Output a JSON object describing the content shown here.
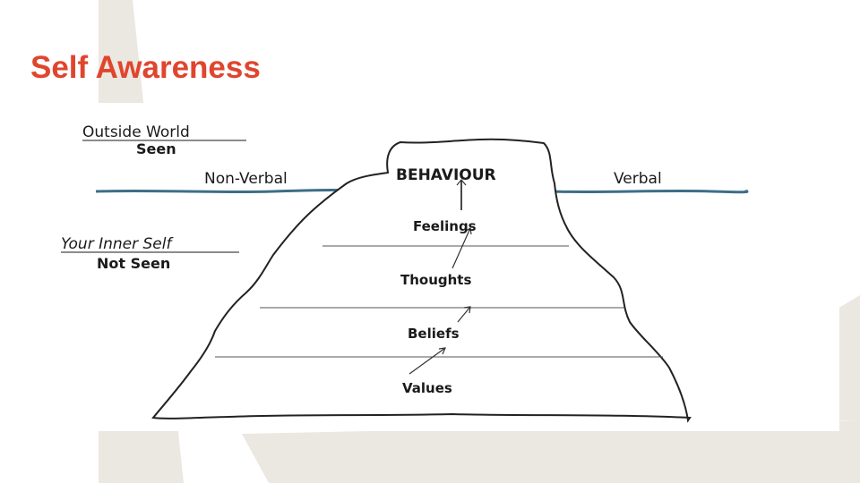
{
  "slide": {
    "title": "Self Awareness"
  },
  "iceberg": {
    "outside": {
      "heading": "Outside World",
      "sub": "Seen"
    },
    "inner": {
      "heading": "Your Inner Self",
      "sub": "Not Seen"
    },
    "non_verbal": "Non-Verbal",
    "behaviour": "BEHAVIOUR",
    "verbal": "Verbal",
    "layers": [
      "Feelings",
      "Thoughts",
      "Beliefs",
      "Values"
    ]
  },
  "colors": {
    "title": "#e0452d",
    "water": "#3d6e88",
    "accent_teal": "#3aa9a7",
    "panel_beige": "#ebe8e1"
  }
}
